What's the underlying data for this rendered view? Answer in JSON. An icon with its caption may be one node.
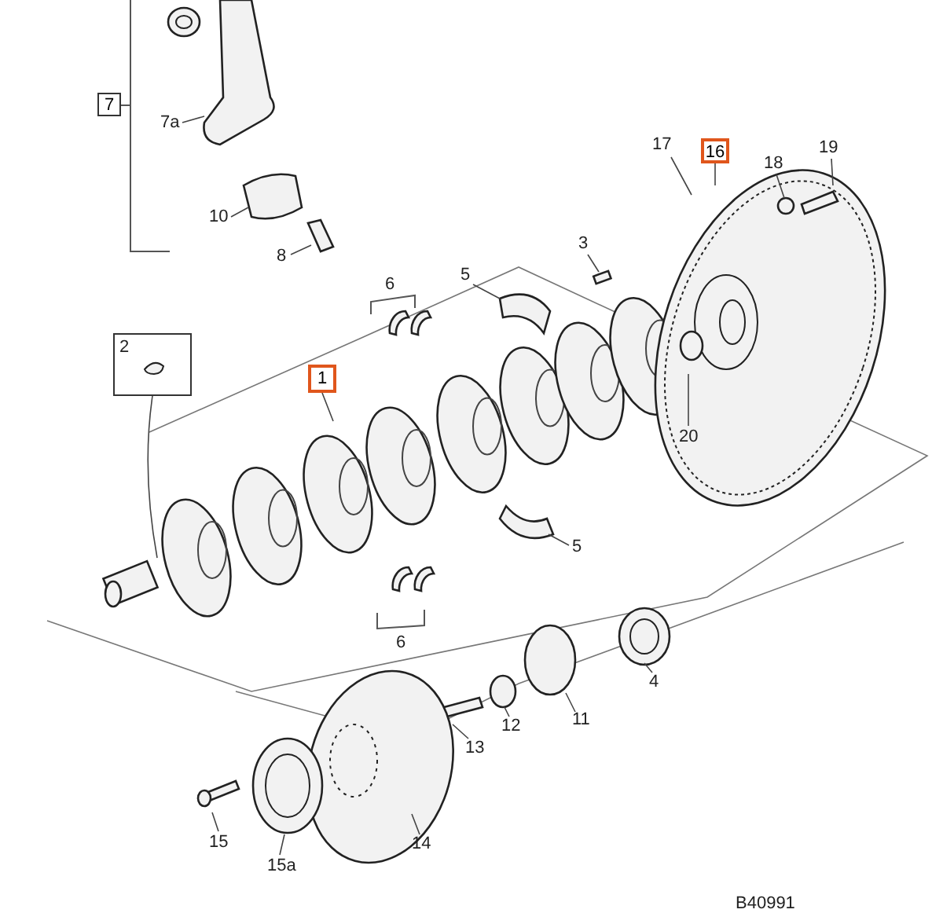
{
  "diagram": {
    "nodes": [
      {
        "text": [
          "7"
        ]
      },
      {
        "text": [
          "7a"
        ]
      },
      {
        "text": [
          "10"
        ]
      },
      {
        "text": [
          "8"
        ]
      },
      {
        "text": [
          "17"
        ]
      },
      {
        "text": [
          "16"
        ]
      },
      {
        "text": [
          "18"
        ]
      },
      {
        "text": [
          "19"
        ]
      },
      {
        "text": [
          "3"
        ]
      },
      {
        "text": [
          "5"
        ]
      },
      {
        "text": [
          "2"
        ]
      },
      {
        "text": [
          "1"
        ]
      },
      {
        "text": [
          "20"
        ]
      },
      {
        "text": [
          "5"
        ]
      },
      {
        "text": [
          "4"
        ]
      },
      {
        "text": [
          "13"
        ]
      },
      {
        "text": [
          "12"
        ]
      },
      {
        "text": [
          "11"
        ]
      },
      {
        "text": [
          "15"
        ]
      },
      {
        "text": [
          "15a"
        ]
      },
      {
        "text": [
          "14"
        ]
      }
    ],
    "edges": [
      {
        "from": 1,
        "to": null,
        "arrow": "none"
      },
      {
        "from": 2,
        "to": null,
        "arrow": "none"
      },
      {
        "from": 3,
        "to": null,
        "arrow": "none"
      },
      {
        "from": 4,
        "to": null,
        "arrow": "none"
      },
      {
        "from": 5,
        "to": null,
        "arrow": "none"
      },
      {
        "from": 6,
        "to": null,
        "arrow": "none"
      },
      {
        "from": 7,
        "to": null,
        "arrow": "none"
      },
      {
        "from": 8,
        "to": null,
        "arrow": "none"
      },
      {
        "from": 9,
        "to": null,
        "arrow": "none"
      },
      {
        "from": 10,
        "to": null,
        "arrow": "none"
      },
      {
        "from": 11,
        "to": null,
        "arrow": "none"
      },
      {
        "from": 12,
        "to": null,
        "arrow": "none"
      },
      {
        "from": 13,
        "to": null,
        "arrow": "none"
      },
      {
        "from": 14,
        "to": null,
        "arrow": "none"
      },
      {
        "from": 15,
        "to": null,
        "arrow": "none"
      },
      {
        "from": 16,
        "to": null,
        "arrow": "none"
      },
      {
        "from": 17,
        "to": null,
        "arrow": "none"
      },
      {
        "from": 18,
        "to": null,
        "arrow": "none"
      },
      {
        "from": 19,
        "to": null,
        "arrow": "none"
      },
      {
        "from": 20,
        "to": null,
        "arrow": "none"
      }
    ],
    "labels": [
      "6",
      "6",
      "B40991"
    ]
  }
}
